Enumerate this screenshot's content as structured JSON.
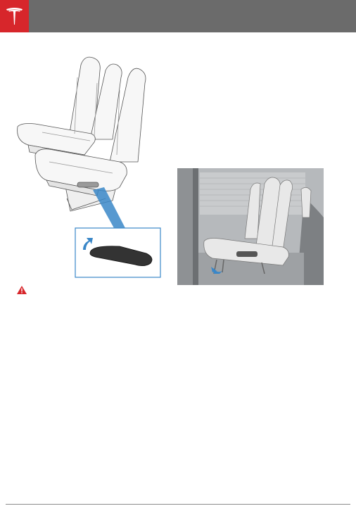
{
  "header": {
    "brand_icon": "tesla-logo-icon",
    "brand_color": "#d7262b",
    "bar_color": "#6b6b6b"
  },
  "figures": [
    {
      "name": "second-row-seat-illustration",
      "callout": "seat-release-lever-detail"
    },
    {
      "name": "second-row-seat-photo"
    }
  ],
  "warning": {
    "icon": "warning-triangle-icon",
    "color": "#d7262b"
  }
}
